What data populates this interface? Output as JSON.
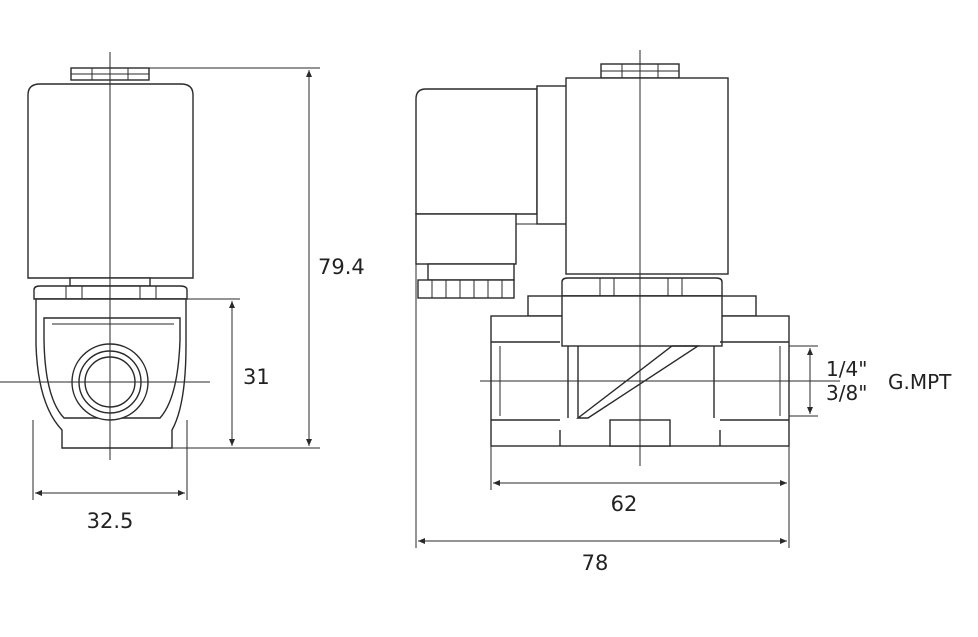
{
  "dimensions": {
    "height_total": "79.4",
    "body_height": "31",
    "width_front": "32.5",
    "body_length": "62",
    "total_length": "78"
  },
  "port": {
    "size_a": "1/4\"",
    "size_b": "3/8\"",
    "thread": "G.MPT"
  }
}
